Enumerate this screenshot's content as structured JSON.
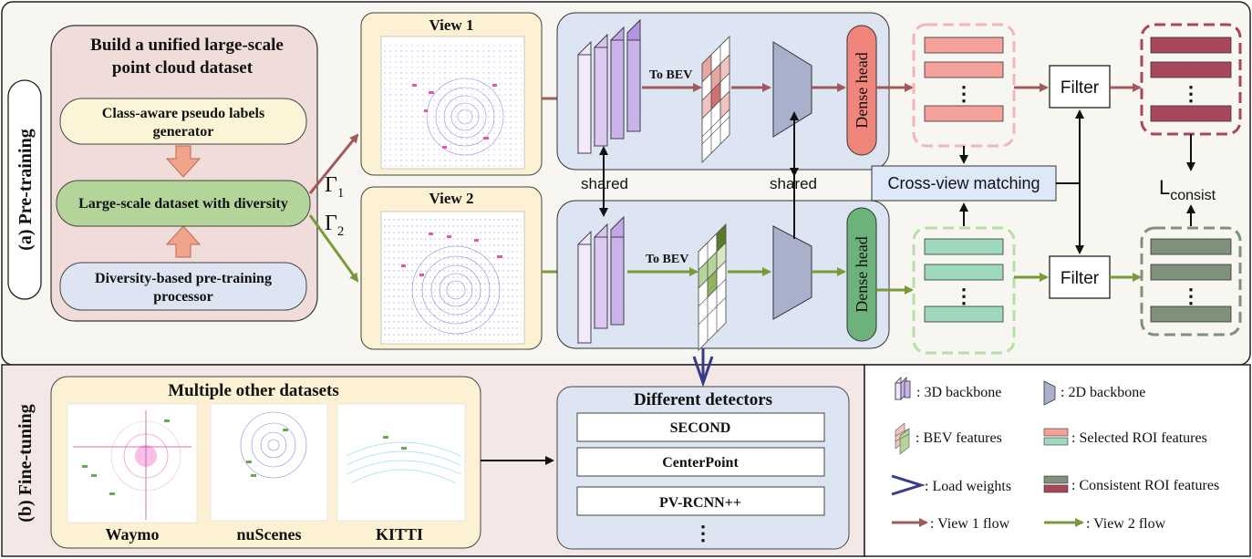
{
  "pretraining": {
    "section_label": "(a) Pre-training",
    "build_title_1": "Build a unified large-scale",
    "build_title_2": "point cloud dataset",
    "pseudo_label_1": "Class-aware pseudo labels",
    "pseudo_label_2": "generator",
    "large_scale": "Large-scale dataset with diversity",
    "diversity_1": "Diversity-based pre-training",
    "diversity_2": "processor",
    "gamma1": "Γ",
    "gamma1_sub": "1",
    "gamma2": "Γ",
    "gamma2_sub": "2",
    "view1": "View 1",
    "view2": "View 2",
    "to_bev_1": "To BEV",
    "to_bev_2": "To BEV",
    "shared_left": "shared",
    "shared_right": "shared",
    "dense_head_1": "Dense head",
    "dense_head_2": "Dense head",
    "filter_1": "Filter",
    "filter_2": "Filter",
    "cross_view": "Cross-view matching",
    "loss_main": "L",
    "loss_sub": "consist",
    "ellipsis": "⋮"
  },
  "finetuning": {
    "section_label": "(b) Fine-tuning",
    "datasets_title": "Multiple other datasets",
    "datasets": [
      "Waymo",
      "nuScenes",
      "KITTI"
    ],
    "detectors_title": "Different detectors",
    "detectors": [
      "SECOND",
      "CenterPoint",
      "PV-RCNN++"
    ],
    "ellipsis": "⋮"
  },
  "legend": {
    "backbone3d": ": 3D backbone",
    "backbone2d": ": 2D backbone",
    "bev": ": BEV features",
    "selected_roi": ": Selected ROI features",
    "load_weights": ": Load weights",
    "consistent_roi": ": Consistent ROI features",
    "view1_flow": ": View 1 flow",
    "view2_flow": ": View 2 flow"
  },
  "colors": {
    "view1_flow": "#a05a5a",
    "view2_flow": "#7a9a3a",
    "load_weights": "#3a3a8a",
    "roi_red": "#f4a19c",
    "roi_green": "#9fd9bd",
    "consistent_red": "#a8465b",
    "consistent_green": "#7f917a",
    "backbone3d": "#c9b3ea",
    "backbone2d": "#a9b0cc"
  }
}
